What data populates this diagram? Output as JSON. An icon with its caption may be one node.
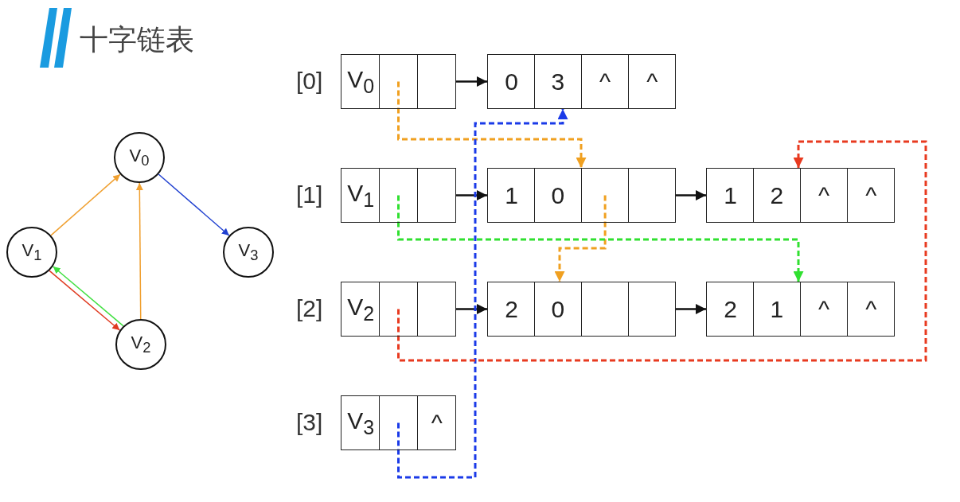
{
  "diagram": {
    "title": "十字链表",
    "nodes": [
      {
        "text": [
          "V$_{0}$"
        ]
      },
      {
        "text": [
          "V$_{1}$"
        ]
      },
      {
        "text": [
          "V$_{2}$"
        ]
      },
      {
        "text": [
          "V$_{3}$"
        ]
      },
      {
        "text": [],
        "shape": "box"
      },
      {
        "text": [
          "V$_{0}$"
        ],
        "in": 4
      },
      {
        "text": [],
        "shape": "box",
        "in": 4
      },
      {
        "text": [],
        "shape": "box",
        "in": 4
      },
      {
        "text": [],
        "shape": "box"
      },
      {
        "text": [
          "0"
        ],
        "in": 8
      },
      {
        "text": [
          "3"
        ],
        "in": 8
      },
      {
        "text": [
          "^"
        ],
        "in": 8
      },
      {
        "text": [
          "^"
        ],
        "in": 8
      },
      {
        "text": [],
        "shape": "box"
      },
      {
        "text": [
          "V$_{1}$"
        ],
        "in": 13
      },
      {
        "text": [],
        "shape": "box",
        "in": 13
      },
      {
        "text": [],
        "shape": "box",
        "in": 13
      },
      {
        "text": [],
        "shape": "box"
      },
      {
        "text": [
          "1"
        ],
        "in": 17
      },
      {
        "text": [
          "0"
        ],
        "in": 17
      },
      {
        "text": [],
        "shape": "box",
        "in": 17
      },
      {
        "text": [],
        "shape": "box",
        "in": 17
      },
      {
        "text": [],
        "shape": "box"
      },
      {
        "text": [
          "1"
        ],
        "in": 22
      },
      {
        "text": [
          "2"
        ],
        "in": 22
      },
      {
        "text": [
          "^"
        ],
        "in": 22
      },
      {
        "text": [
          "^"
        ],
        "in": 22
      },
      {
        "text": [],
        "shape": "box"
      },
      {
        "text": [
          "V$_{2}$"
        ],
        "in": 27
      },
      {
        "text": [],
        "shape": "box",
        "in": 27
      },
      {
        "text": [],
        "shape": "box",
        "in": 27
      },
      {
        "text": [],
        "shape": "box"
      },
      {
        "text": [
          "2"
        ],
        "in": 31
      },
      {
        "text": [
          "0"
        ],
        "in": 31
      },
      {
        "text": [],
        "shape": "box",
        "in": 31
      },
      {
        "text": [],
        "shape": "box",
        "in": 31
      },
      {
        "text": [],
        "shape": "box"
      },
      {
        "text": [
          "2"
        ],
        "in": 36
      },
      {
        "text": [
          "1"
        ],
        "in": 36
      },
      {
        "text": [
          "^"
        ],
        "in": 36
      },
      {
        "text": [
          "^"
        ],
        "in": 36
      },
      {
        "text": [],
        "shape": "box"
      },
      {
        "text": [
          "V$_{3}$"
        ],
        "in": 41
      },
      {
        "text": [],
        "shape": "box",
        "in": 41
      },
      {
        "text": [
          "^"
        ],
        "in": 41
      }
    ],
    "edges": [
      {
        "from": 1,
        "to": 0,
        "arrow": "to",
        "color": "#f0a030"
      },
      {
        "from": 0,
        "to": 3,
        "arrow": "to",
        "color": "#2040d0"
      },
      {
        "from": 2,
        "to": 0,
        "arrow": "to",
        "color": "#f0a030"
      },
      {
        "from": 1,
        "to": 2,
        "arrow": "to",
        "color": "#e03a20"
      },
      {
        "from": 2,
        "to": 1,
        "arrow": "to",
        "color": "#40e040"
      },
      {
        "from": 7,
        "to": 8,
        "arrow": "to"
      },
      {
        "from": 16,
        "to": 17,
        "arrow": "to"
      },
      {
        "from": 21,
        "to": 22,
        "arrow": "to"
      },
      {
        "from": 30,
        "to": 31,
        "arrow": "to"
      },
      {
        "from": 35,
        "to": 36,
        "arrow": "to"
      },
      {
        "from": 6,
        "to": 17,
        "arrow": "to",
        "style": "dashed",
        "color": "#f0a020"
      },
      {
        "from": 43,
        "to": 8,
        "arrow": "to",
        "style": "dashed",
        "color": "#1a3ae8"
      },
      {
        "from": 20,
        "to": 31,
        "arrow": "to",
        "style": "dashed",
        "color": "#f0a020"
      },
      {
        "from": 15,
        "to": 36,
        "arrow": "to",
        "style": "dashed",
        "color": "#30e030"
      },
      {
        "from": 29,
        "to": 22,
        "arrow": "to",
        "style": "dashed",
        "color": "#e83a20"
      }
    ],
    "labels": [
      "[0]",
      "[1]",
      "[2]",
      "[3]"
    ]
  }
}
